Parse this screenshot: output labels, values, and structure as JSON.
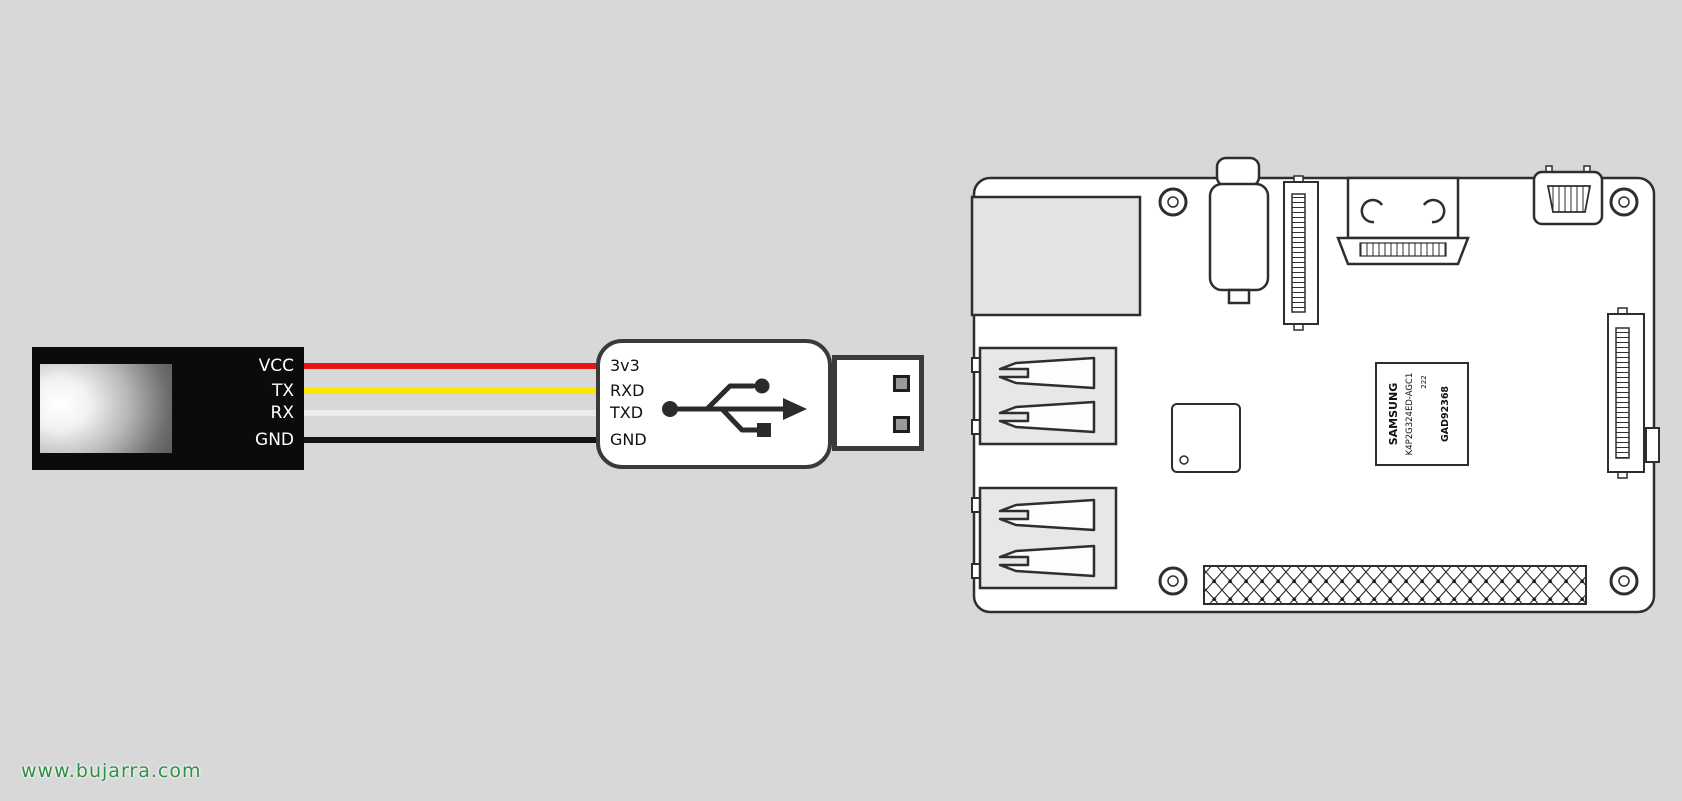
{
  "page": {
    "background": "#d8d8d8"
  },
  "watermark": {
    "text": "www.bujarra.com",
    "color": "#2f8f46"
  },
  "sensor_module": {
    "pins": [
      {
        "label": "VCC",
        "wire_color": "#e81313"
      },
      {
        "label": "TX",
        "wire_color": "#ffe600"
      },
      {
        "label": "RX",
        "wire_color": "#ededed"
      },
      {
        "label": "GND",
        "wire_color": "#141414"
      }
    ]
  },
  "usb_adapter": {
    "pins": [
      {
        "label": "3v3"
      },
      {
        "label": "RXD"
      },
      {
        "label": "TXD"
      },
      {
        "label": "GND"
      }
    ]
  },
  "board": {
    "memory_chip": {
      "line1": "SAMSUNG",
      "line2": "K4P2G324ED-AGC1",
      "line3": "222",
      "code": "GAD92368"
    }
  }
}
